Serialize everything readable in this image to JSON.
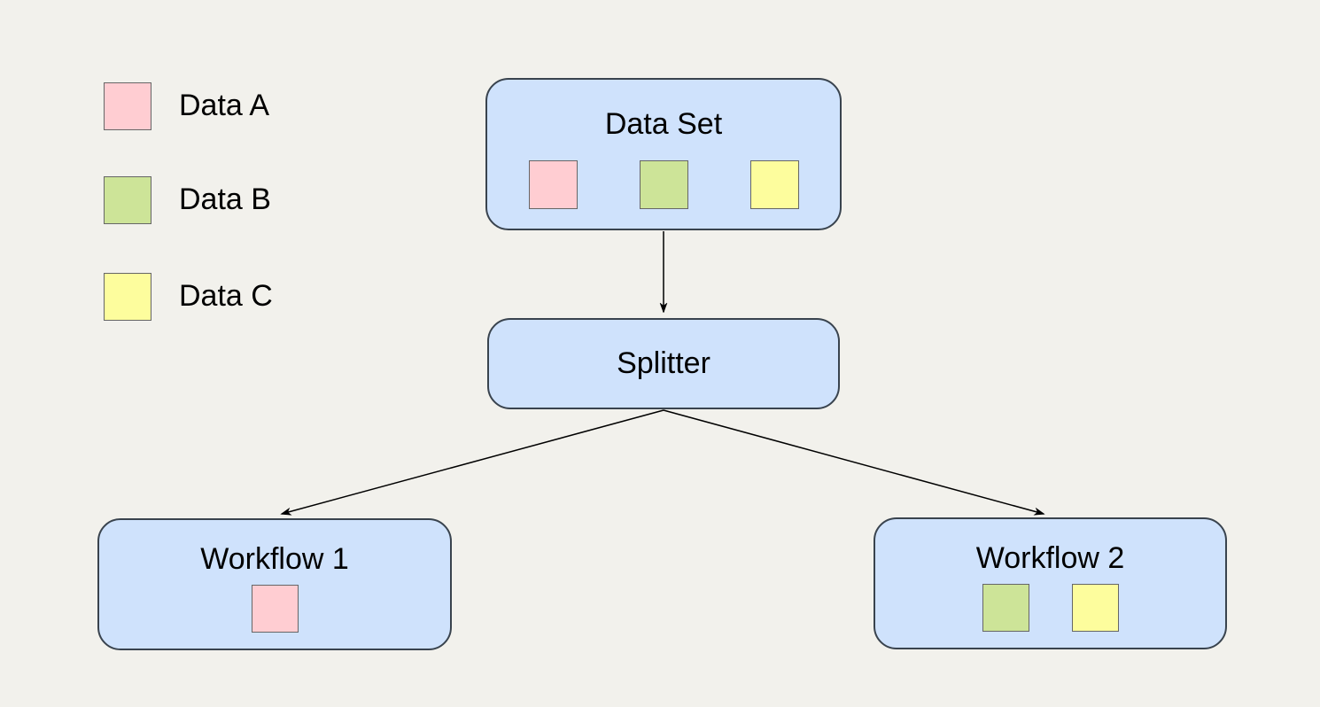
{
  "palette": {
    "data_a": "#ffcdd2",
    "data_b": "#cde498",
    "data_c": "#fdfd9d",
    "node_fill": "#cfe2fc",
    "node_border": "#39434e",
    "square_border": "#666666",
    "background": "#f2f1ec",
    "arrow": "#000000"
  },
  "legend": {
    "items": [
      {
        "key": "data_a",
        "label": "Data A"
      },
      {
        "key": "data_b",
        "label": "Data B"
      },
      {
        "key": "data_c",
        "label": "Data C"
      }
    ]
  },
  "nodes": {
    "dataset": {
      "title": "Data Set",
      "items": [
        "data_a",
        "data_b",
        "data_c"
      ]
    },
    "splitter": {
      "title": "Splitter",
      "items": []
    },
    "workflow1": {
      "title": "Workflow 1",
      "items": [
        "data_a"
      ]
    },
    "workflow2": {
      "title": "Workflow 2",
      "items": [
        "data_b",
        "data_c"
      ]
    }
  },
  "edges": [
    {
      "from": "dataset",
      "to": "splitter"
    },
    {
      "from": "splitter",
      "to": "workflow1"
    },
    {
      "from": "splitter",
      "to": "workflow2"
    }
  ]
}
